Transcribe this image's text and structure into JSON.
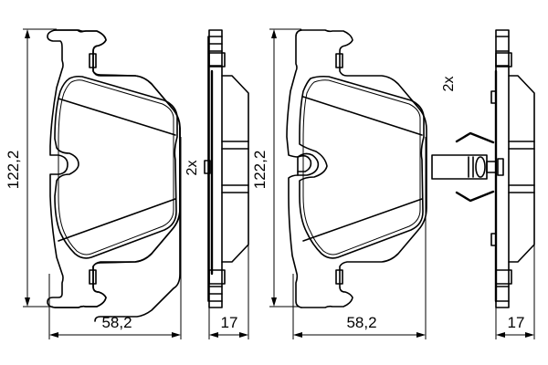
{
  "drawing": {
    "subject": "brake pad set technical drawing",
    "line_color": "#000000",
    "background": "#ffffff",
    "pad_1": {
      "height_dim": "122,2",
      "width_dim": "58,2",
      "thickness_dim": "17",
      "quantity_label": "2x"
    },
    "pad_2": {
      "height_dim": "122,2",
      "width_dim": "58,2",
      "thickness_dim": "17",
      "quantity_label": "2x"
    }
  }
}
